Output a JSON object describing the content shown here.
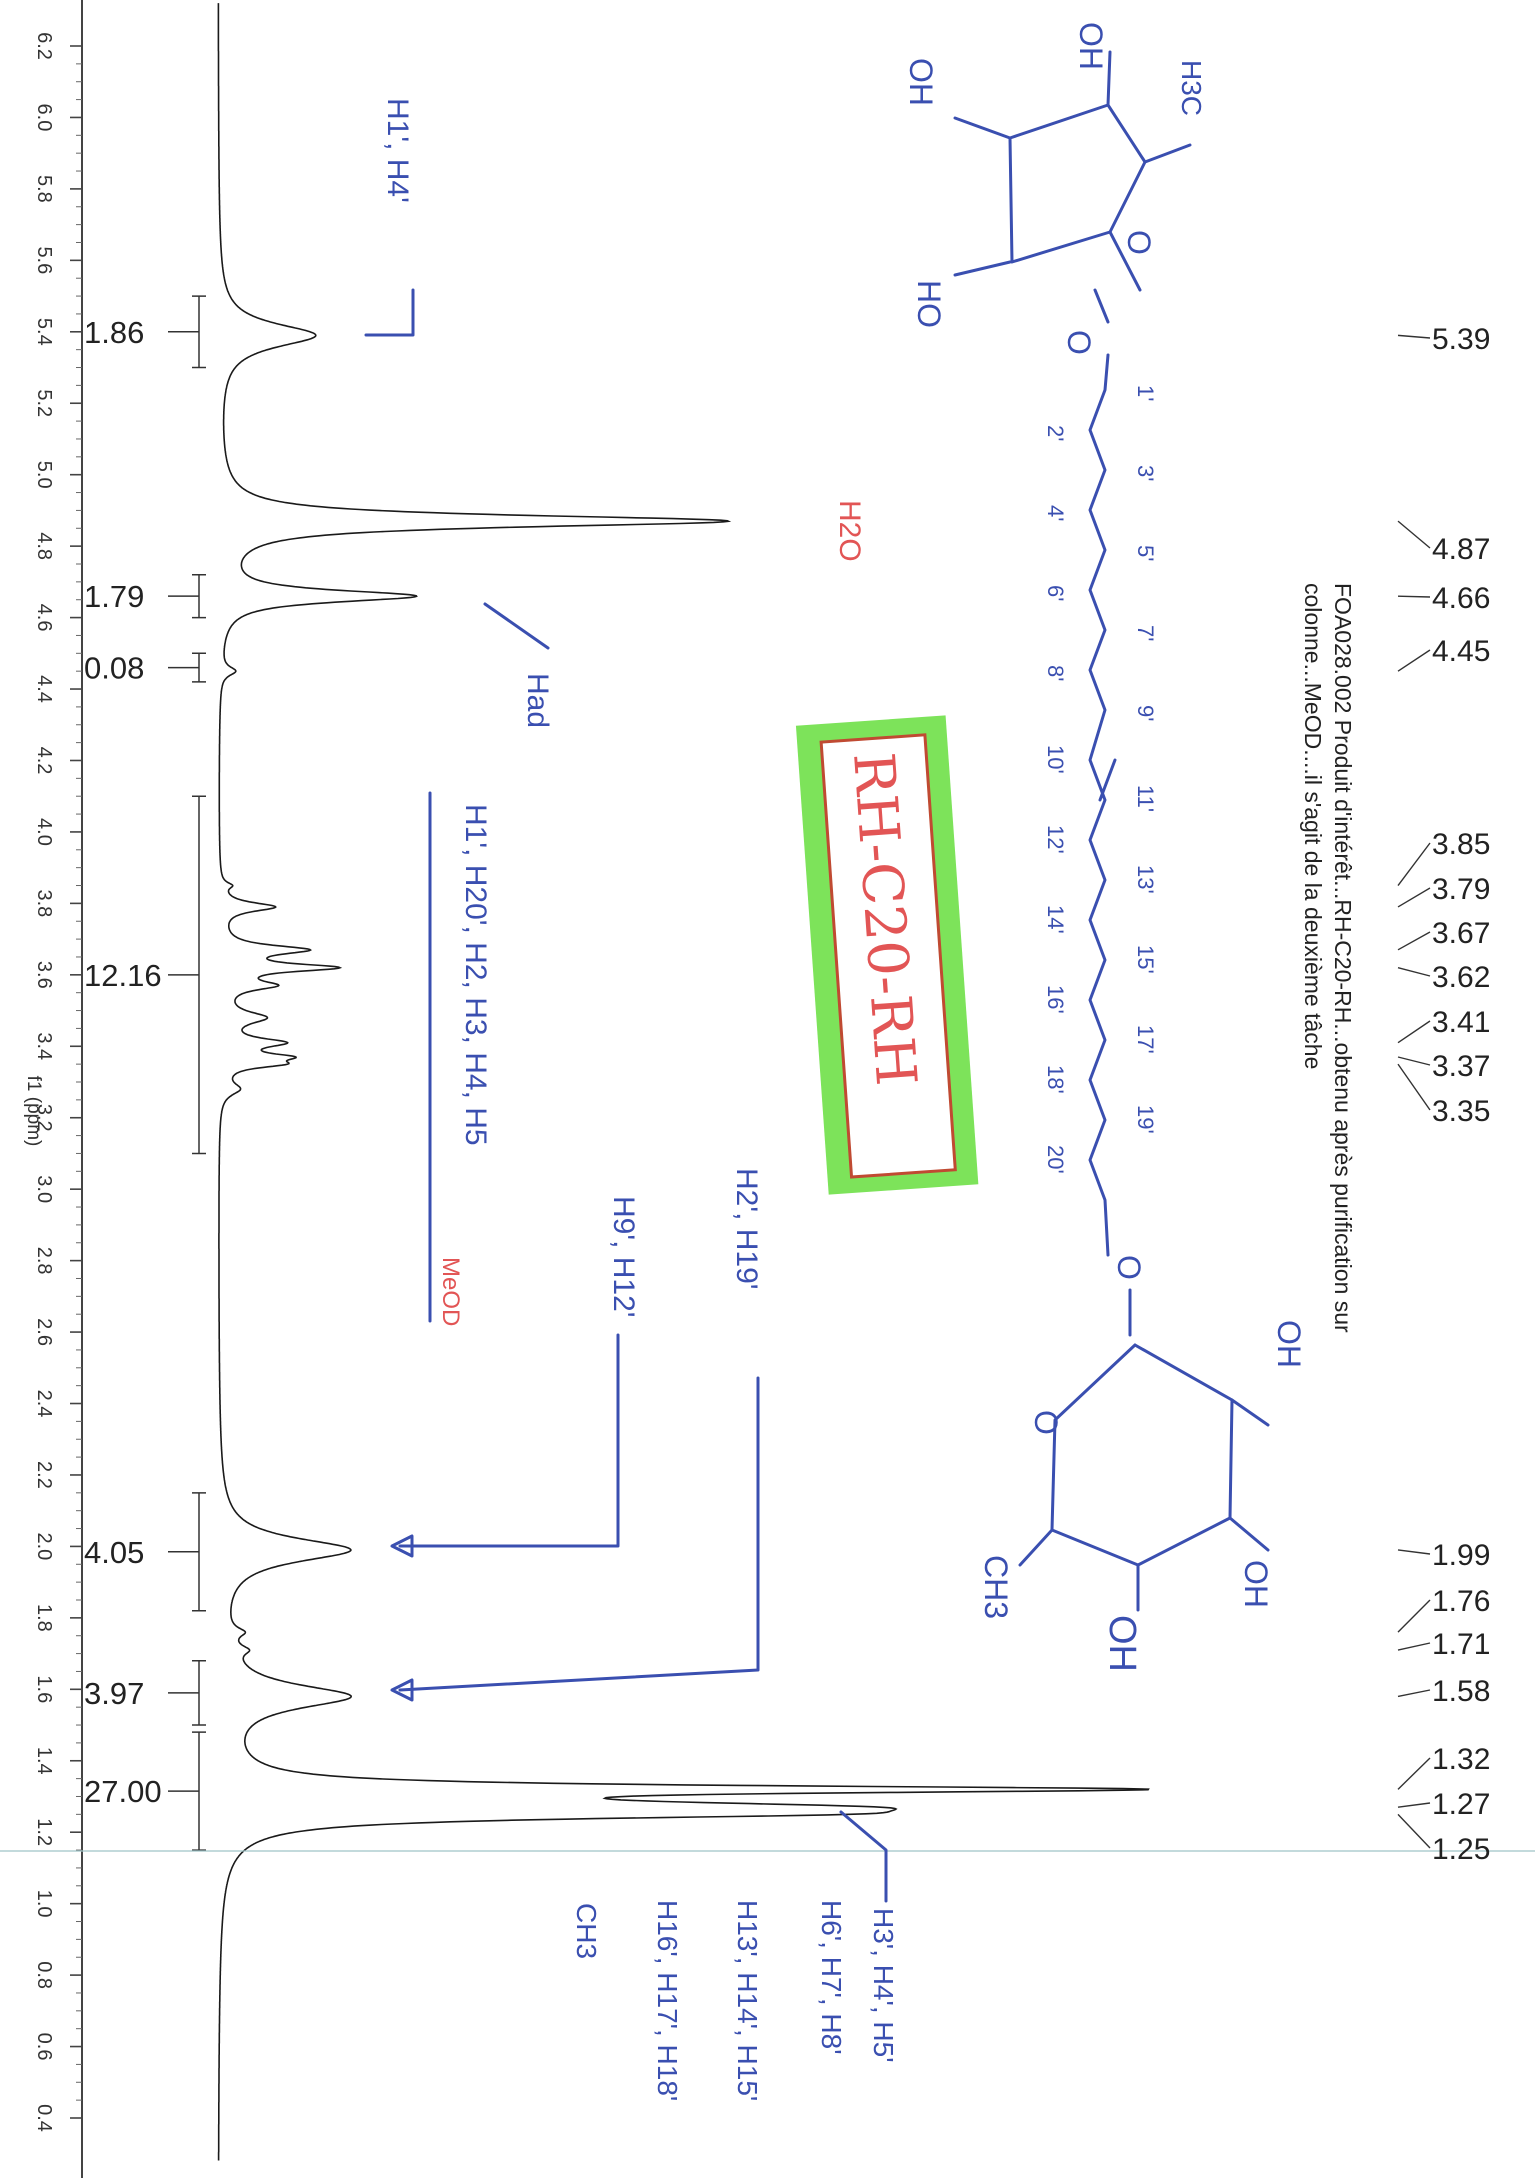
{
  "chart_data": {
    "type": "line",
    "title": "FOA028.002 Produit d'intérêt...RH-C20-RH...obtenu après purification sur colonne...MeOD....il s'agit de la deuxième tâche",
    "xlabel": "f1 (ppm)",
    "ylabel": "",
    "xlim": [
      6.3,
      0.3
    ],
    "axis_reversed": true,
    "grid": false,
    "x_ticks": [
      6.2,
      6.0,
      5.8,
      5.6,
      5.4,
      5.2,
      5.0,
      4.8,
      4.6,
      4.4,
      4.2,
      4.0,
      3.8,
      3.6,
      3.4,
      3.2,
      3.0,
      2.8,
      2.6,
      2.4,
      2.2,
      2.0,
      1.8,
      1.6,
      1.4,
      1.2,
      1.0,
      0.8,
      0.6,
      0.4
    ],
    "x_tick_labels": [
      "6.2",
      "6.0",
      "5.8",
      "5.6",
      "5.4",
      "5.2",
      "5.0",
      "4.8",
      "4.6",
      "4.4",
      "4.2",
      "4.0",
      "3.8",
      "3.6",
      "3.4",
      "3.2",
      "3.0",
      "2.8",
      "2.6",
      "2.4",
      "2.2",
      "2.0",
      "1.8",
      "1.6",
      "1.4",
      "1.2",
      "1.0",
      "0.8",
      "0.6",
      "0.4"
    ],
    "peaks": [
      {
        "ppm": 5.39,
        "height": 0.08,
        "width": 0.04
      },
      {
        "ppm": 4.87,
        "height": 0.42,
        "width": 0.02
      },
      {
        "ppm": 4.66,
        "height": 0.16,
        "width": 0.02
      },
      {
        "ppm": 4.45,
        "height": 0.012,
        "width": 0.015
      },
      {
        "ppm": 3.85,
        "height": 0.008,
        "width": 0.01
      },
      {
        "ppm": 3.79,
        "height": 0.045,
        "width": 0.015
      },
      {
        "ppm": 3.67,
        "height": 0.068,
        "width": 0.015
      },
      {
        "ppm": 3.62,
        "height": 0.09,
        "width": 0.013
      },
      {
        "ppm": 3.57,
        "height": 0.04,
        "width": 0.015
      },
      {
        "ppm": 3.48,
        "height": 0.035,
        "width": 0.02
      },
      {
        "ppm": 3.41,
        "height": 0.048,
        "width": 0.015
      },
      {
        "ppm": 3.37,
        "height": 0.045,
        "width": 0.012
      },
      {
        "ppm": 3.35,
        "height": 0.04,
        "width": 0.012
      },
      {
        "ppm": 3.28,
        "height": 0.015,
        "width": 0.02
      },
      {
        "ppm": 1.99,
        "height": 0.108,
        "width": 0.04
      },
      {
        "ppm": 1.76,
        "height": 0.012,
        "width": 0.015
      },
      {
        "ppm": 1.71,
        "height": 0.012,
        "width": 0.015
      },
      {
        "ppm": 1.58,
        "height": 0.105,
        "width": 0.04
      },
      {
        "ppm": 1.32,
        "height": 0.7,
        "width": 0.012
      },
      {
        "ppm": 1.27,
        "height": 0.4,
        "width": 0.02
      },
      {
        "ppm": 1.25,
        "height": 0.3,
        "width": 0.015
      }
    ],
    "integrals": [
      {
        "label": "1.86",
        "from": 5.5,
        "to": 5.3
      },
      {
        "label": "1.79",
        "from": 4.72,
        "to": 4.6
      },
      {
        "label": "0.08",
        "from": 4.5,
        "to": 4.42
      },
      {
        "label": "12.16",
        "from": 4.1,
        "to": 3.1
      },
      {
        "label": "4.05",
        "from": 2.15,
        "to": 1.82
      },
      {
        "label": "3.97",
        "from": 1.68,
        "to": 1.5
      },
      {
        "label": "27.00",
        "from": 1.48,
        "to": 1.15
      }
    ],
    "peak_labels": [
      "5.39",
      "4.87",
      "4.66",
      "4.45",
      "3.85",
      "3.79",
      "3.67",
      "3.62",
      "3.41",
      "3.37",
      "3.35",
      "1.99",
      "1.76",
      "1.71",
      "1.58",
      "1.32",
      "1.27",
      "1.25"
    ],
    "annotations": {
      "h1_h4": "H1', H4'",
      "h2o": "H2O",
      "had": "Had",
      "h_group1": "H1', H20', H2, H3, H4, H5",
      "meod": "MeOD",
      "h9_h12": "H9', H12'",
      "h2_h19": "H2', H19'",
      "h_group2_a": "H3', H4', H5'",
      "h_group2_b": "H6', H7', H8'",
      "h_group2_c": "H13', H14', H15'",
      "h_group2_d": "H16', H17', H18'",
      "ch3": "CH3",
      "boxed_label": "RH-C20-RH",
      "oh": "OH",
      "ho": "HO",
      "h3c": "H3C",
      "ch3_b": "CH3",
      "ring_o": "O",
      "chain_numbers": [
        "1'",
        "2'",
        "3'",
        "4'",
        "5'",
        "6'",
        "7'",
        "8'",
        "9'",
        "10'",
        "11'",
        "12'",
        "13'",
        "14'",
        "15'",
        "16'",
        "17'",
        "18'",
        "19'",
        "20'"
      ]
    }
  }
}
